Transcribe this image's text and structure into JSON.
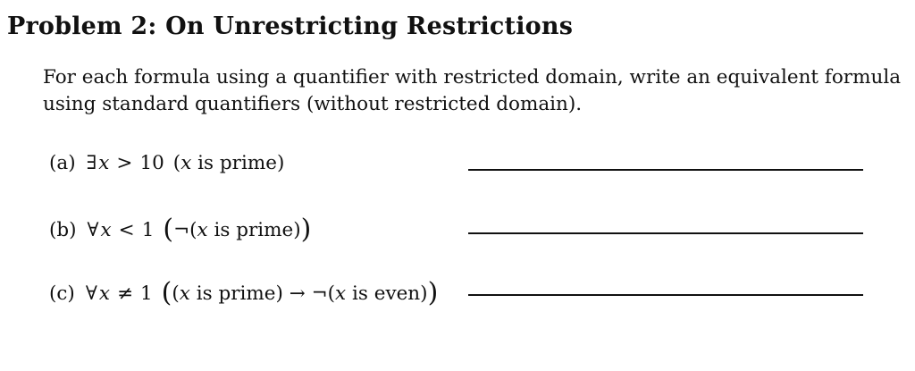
{
  "problem": {
    "title": "Problem 2: On Unrestricting Restrictions",
    "intro_line1": "For each formula using a quantifier with restricted domain, write an equivalent formula",
    "intro_line2": "using standard quantifiers (without restricted domain)."
  },
  "items": [
    {
      "label": "(a)",
      "quantifier": "∃",
      "var": "x",
      "op": ">",
      "bound": "10",
      "open": "(",
      "body_var": "x",
      "body_text": " is prime",
      "close": ")"
    },
    {
      "label": "(b)",
      "quantifier": "∀",
      "var": "x",
      "op": "<",
      "bound": "1",
      "open": "(",
      "neg": "¬(",
      "body_var": "x",
      "body_text": " is prime)",
      "close": ")"
    },
    {
      "label": "(c)",
      "quantifier": "∀",
      "var": "x",
      "op": "≠",
      "bound": "1",
      "open": "(",
      "inner_open": "(",
      "body_var": "x",
      "body_text": " is prime) → ¬(",
      "body_var2": "x",
      "body_text2": " is even)",
      "close": ")"
    }
  ]
}
